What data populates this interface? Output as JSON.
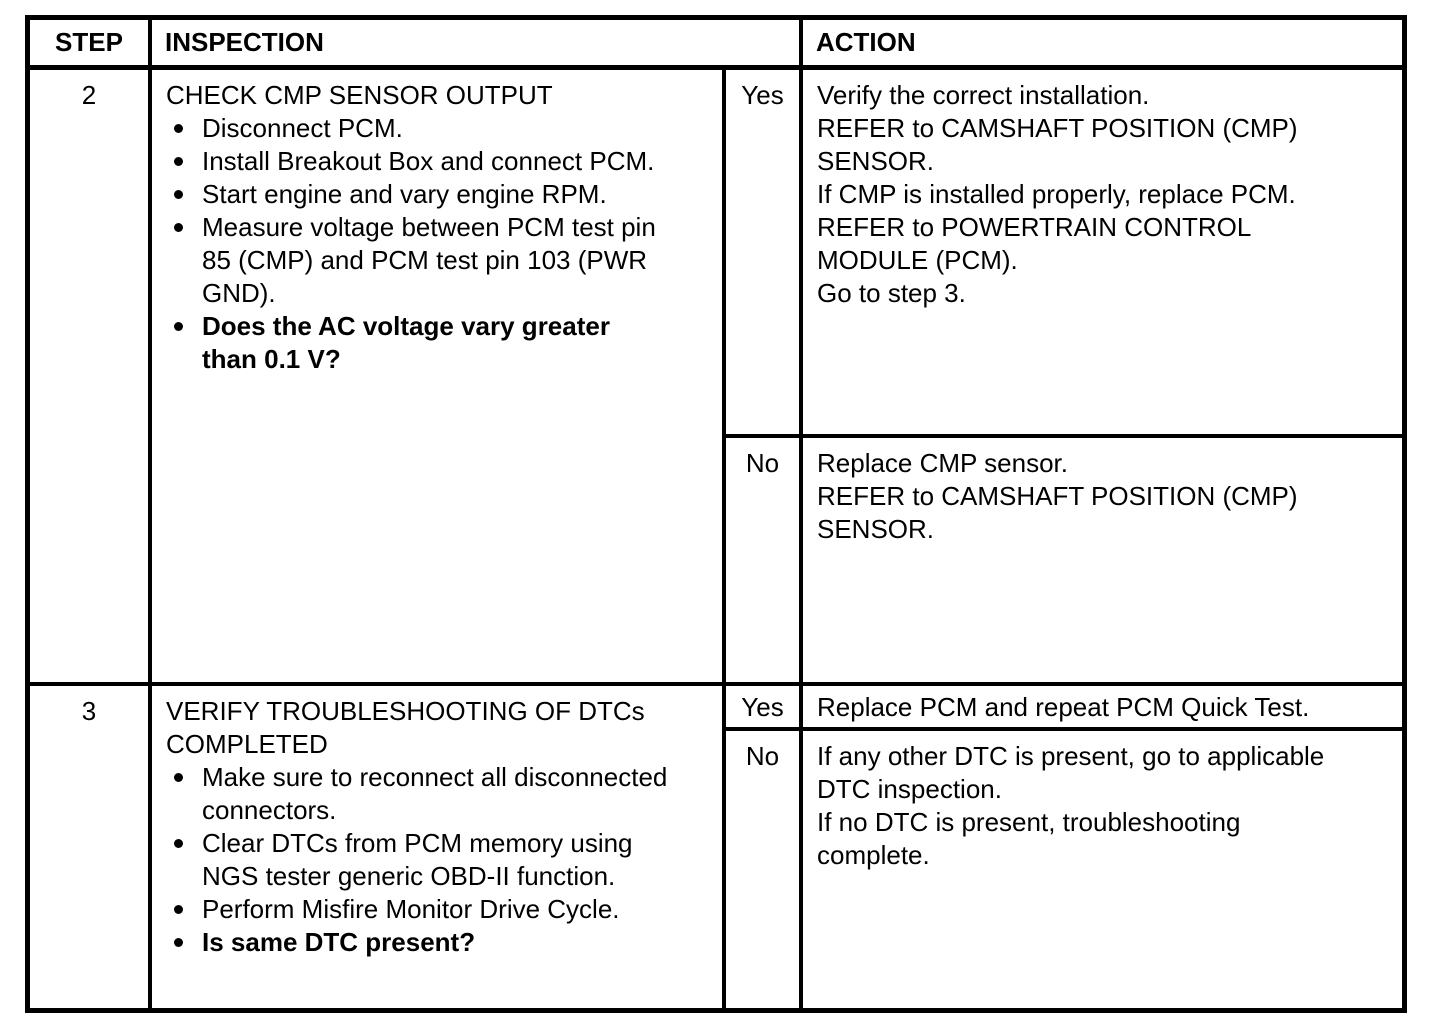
{
  "header": {
    "step": "STEP",
    "inspection": "INSPECTION",
    "action": "ACTION"
  },
  "steps": [
    {
      "number": "2",
      "title": "CHECK CMP SENSOR OUTPUT",
      "bullets": [
        {
          "text": "Disconnect PCM.",
          "bold": false
        },
        {
          "text": "Install Breakout Box and connect PCM.",
          "bold": false
        },
        {
          "text": "Start engine and vary engine RPM.",
          "bold": false
        },
        {
          "text": "Measure voltage between PCM test pin 85 (CMP) and PCM test pin 103 (PWR GND).",
          "bold": false
        },
        {
          "text": "Does the AC voltage vary greater than 0.1 V?",
          "bold": true
        }
      ],
      "branches": [
        {
          "label": "Yes",
          "lines": [
            "Verify the correct installation.",
            "REFER to CAMSHAFT POSITION (CMP) SENSOR.",
            "If CMP is installed properly, replace PCM.",
            "REFER to POWERTRAIN CONTROL MODULE (PCM).",
            "Go to step 3."
          ]
        },
        {
          "label": "No",
          "lines": [
            "Replace CMP sensor.",
            "REFER to CAMSHAFT POSITION (CMP) SENSOR."
          ]
        }
      ]
    },
    {
      "number": "3",
      "title": "VERIFY TROUBLESHOOTING OF DTCs COMPLETED",
      "bullets": [
        {
          "text": "Make sure to reconnect all disconnected connectors.",
          "bold": false
        },
        {
          "text": "Clear DTCs from PCM memory using NGS tester generic OBD-II function.",
          "bold": false
        },
        {
          "text": "Perform Misfire Monitor Drive Cycle.",
          "bold": false
        },
        {
          "text": "Is same DTC present?",
          "bold": true
        }
      ],
      "branches": [
        {
          "label": "Yes",
          "lines": [
            "Replace PCM and repeat PCM Quick Test."
          ]
        },
        {
          "label": "No",
          "lines": [
            "If any other DTC is present, go to applicable DTC inspection.",
            "If no DTC is present, troubleshooting complete."
          ]
        }
      ]
    }
  ]
}
